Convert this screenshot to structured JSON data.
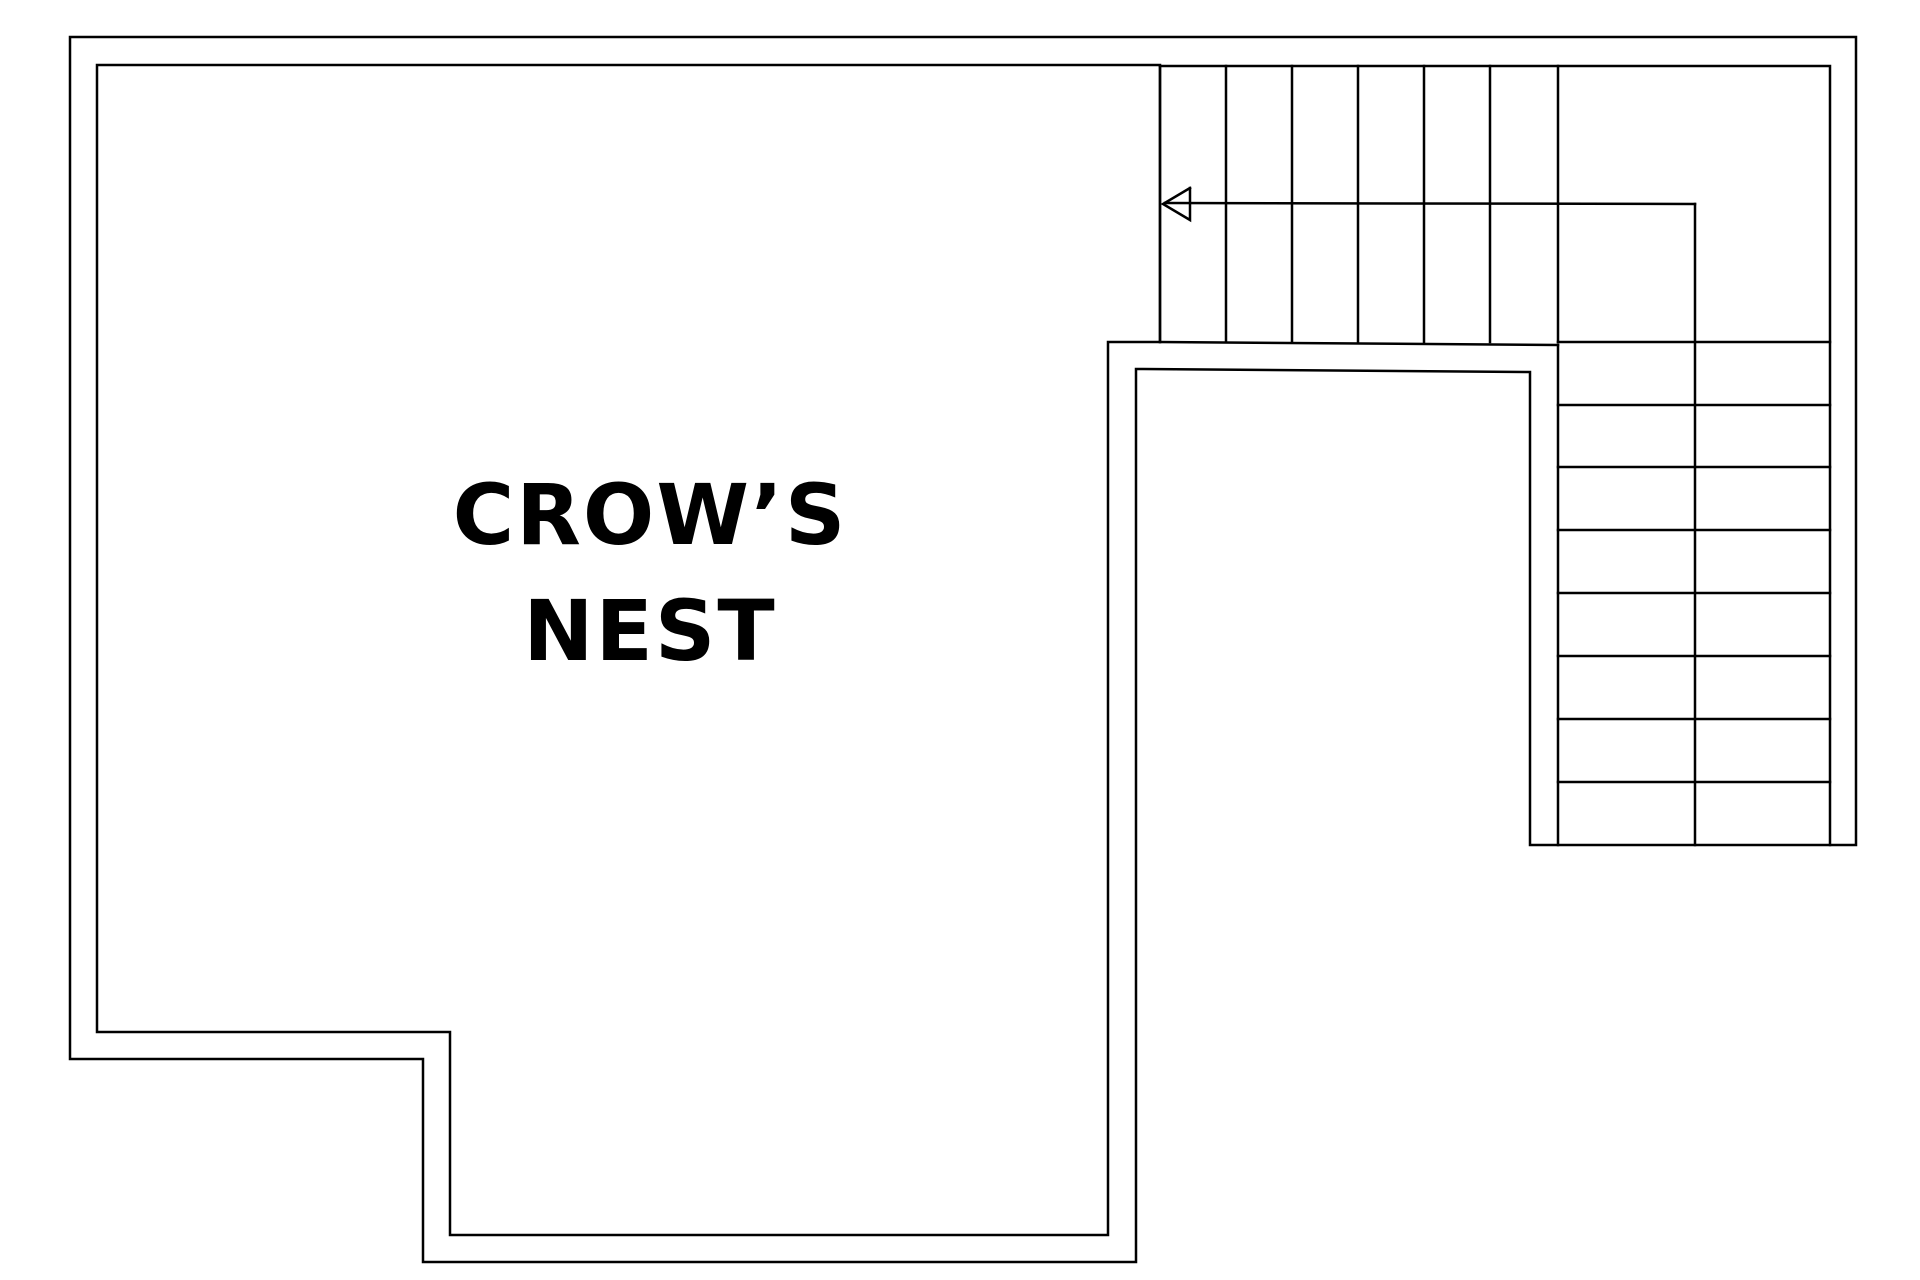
{
  "plan": {
    "room_label_line1": "CROW’S",
    "room_label_line2": "NEST",
    "stair": {
      "upper_flight_treads": 6,
      "lower_flight_treads": 8,
      "direction_arrow": "arrow-left-icon"
    },
    "colors": {
      "line": "#000000",
      "background": "#ffffff"
    }
  }
}
